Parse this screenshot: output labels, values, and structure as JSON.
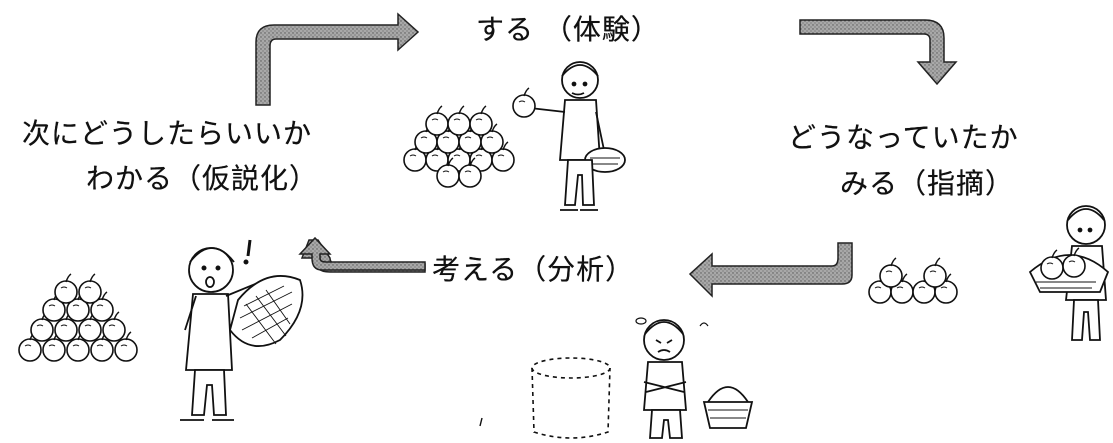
{
  "stages": {
    "do": "する （体験）",
    "observe_line1": "どうなっていたか",
    "observe_line2": "みる（指摘）",
    "think": "考える（分析）",
    "hypothesize_line1": "次にどうしたらいいか",
    "hypothesize_line2": "わかる（仮説化）"
  },
  "colors": {
    "ink": "#111111",
    "arrow_fill": "#9a9a9a",
    "paper": "#ffffff"
  },
  "illustrations": [
    "apple-pile-icon",
    "person-holding-apple-icon",
    "person-with-basket-icon",
    "person-thinking-arms-crossed-icon",
    "person-with-net-bag-icon",
    "empty-basket-icon",
    "dotted-container-icon"
  ]
}
